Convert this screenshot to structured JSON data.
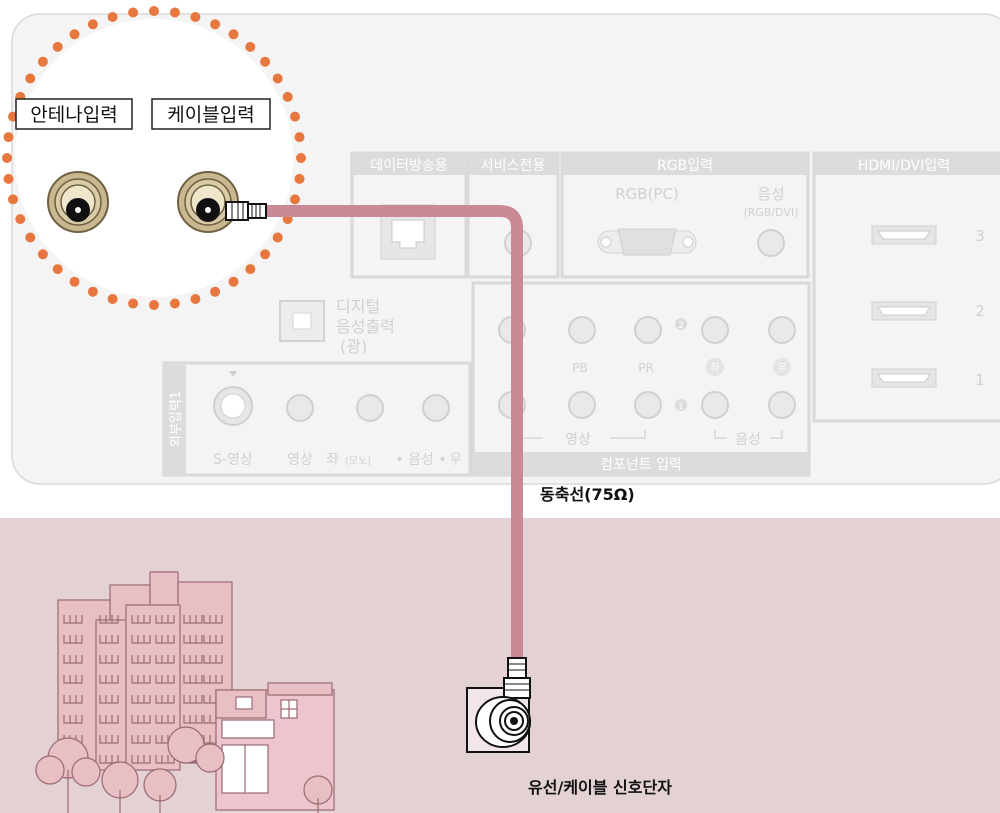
{
  "colors": {
    "panel_bg": "#f4f4f4",
    "panel_border": "#d4d4d4",
    "header_bg": "#dcdcdc",
    "faint_text": "#d0d0d0",
    "ground": "#e4d1d3",
    "building": "#e9bfc6",
    "building_line": "#9a6a72",
    "cable": "#c98a96",
    "dots": "#e8773f",
    "connector_gold": "#c9b88f"
  },
  "antenna": {
    "antenna_input": "안테나입력",
    "cable_input": "케이블입력"
  },
  "panel": {
    "data_broadcast": "데이터방송용",
    "service_only": "서비스전용",
    "rgb_input": "RGB입력",
    "rgb_pc": "RGB(PC)",
    "audio": "음성",
    "audio_sub": "(RGB/DVI)",
    "hdmi_input": "HDMI/DVI입력",
    "hdmi_ports": [
      "3",
      "2",
      "1"
    ],
    "digital_line1": "디지털",
    "digital_line2": "음성출력",
    "digital_line3": "(광)",
    "external_input": "외부입력1",
    "s_video": "S-영상",
    "video": "영상",
    "left_mono": "좌",
    "mono_small": "(모노)",
    "audio_dot": "• 음성 •",
    "right": "우",
    "comp_pb": "PB",
    "comp_pr": "PR",
    "comp_left": "좌",
    "comp_right": "우",
    "comp_num2": "2",
    "comp_num1": "1",
    "comp_video": "영상",
    "comp_audio": "음성",
    "component_input": "컴포넌트 입력"
  },
  "cable_label": "동축선(75Ω)",
  "terminal_label": "유선/케이블 신호단자"
}
